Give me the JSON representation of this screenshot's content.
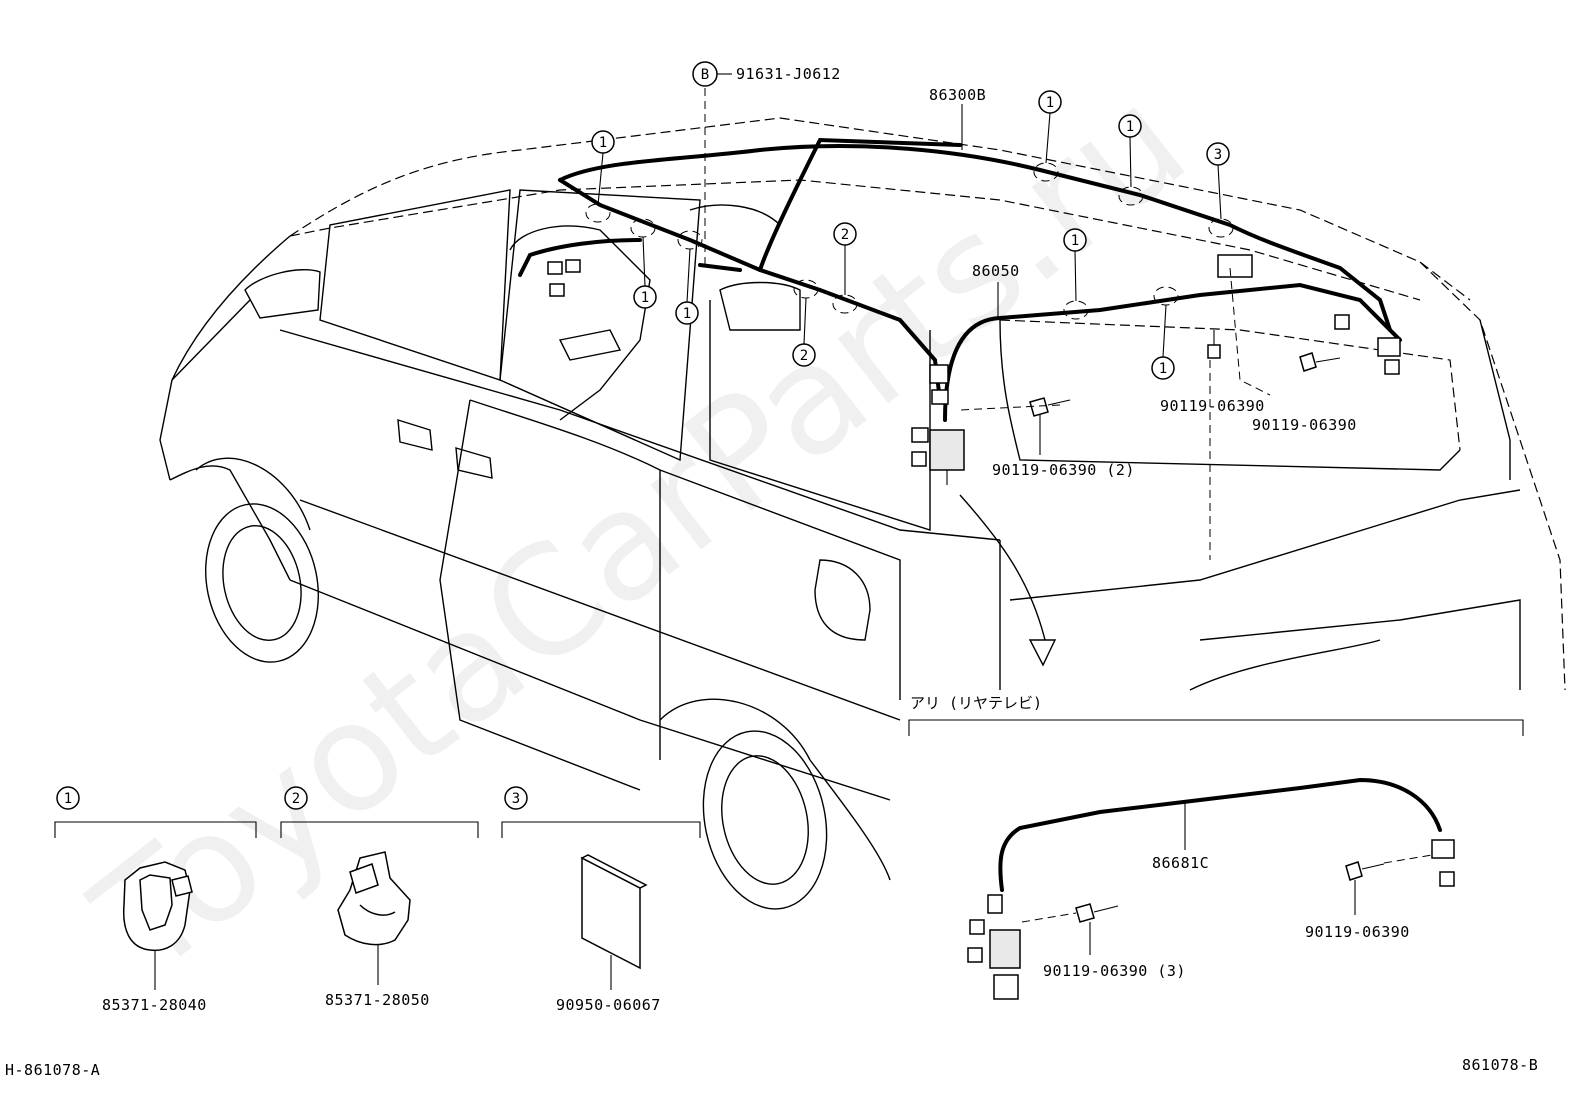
{
  "watermark": "ToyotaCarParts.ru",
  "labels": {
    "harness_main": "86300B",
    "harness_rear": "86050",
    "bolt_b_ref": "91631-J0612",
    "bolt_b_circle": "B",
    "screw_right": "90119-06390",
    "screw_right_lower": "90119-06390",
    "screw_left_qty": "90119-06390 (2)",
    "rear_tv_option": "アリ (リヤテレビ)",
    "harness_tv": "86681C",
    "screw_tv_right": "90119-06390",
    "screw_tv_left_qty": "90119-06390 (3)",
    "clip1_part": "85371-28040",
    "clip2_part": "85371-28050",
    "pad3_part": "90950-06067",
    "code_left": "H-861078-A",
    "code_right": "861078-B"
  },
  "callouts": {
    "one": "1",
    "two": "2",
    "three": "3"
  },
  "legend": [
    {
      "num": "1",
      "part": "85371-28040"
    },
    {
      "num": "2",
      "part": "85371-28050"
    },
    {
      "num": "3",
      "part": "90950-06067"
    }
  ]
}
